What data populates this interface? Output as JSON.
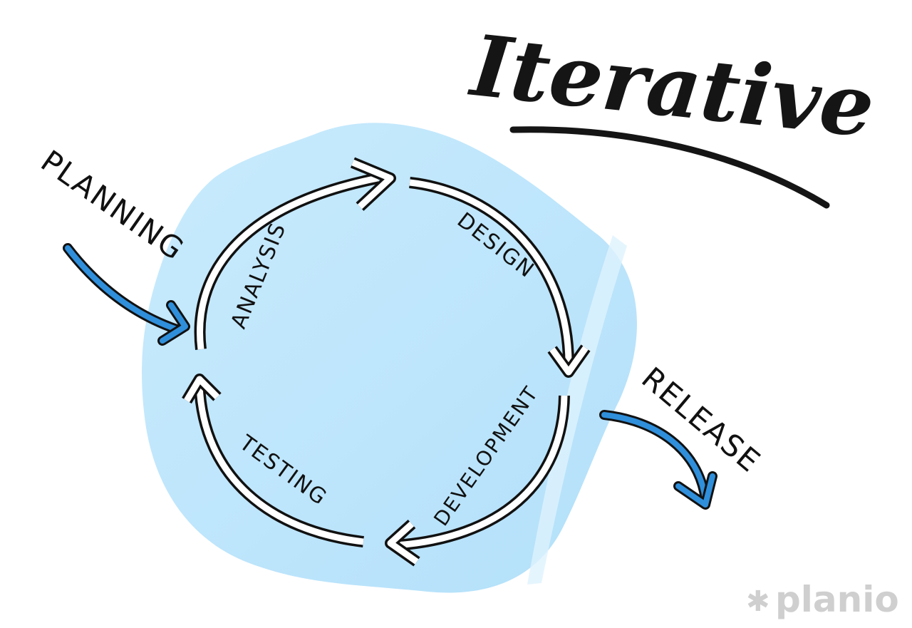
{
  "title": "Iterative",
  "cycle": {
    "analysis": "ANALYSIS",
    "design": "DESIGN",
    "development": "DEVELOPMENT",
    "testing": "TESTING"
  },
  "entry_label": "PLANNING",
  "exit_label": "RELEASE",
  "logo": {
    "text": "planio",
    "symbol": "✱"
  },
  "colors": {
    "blob": "#bfe5fb",
    "accent_arrow": "#2f8fdb",
    "ink": "#111111",
    "logo": "#cfcfcf"
  }
}
